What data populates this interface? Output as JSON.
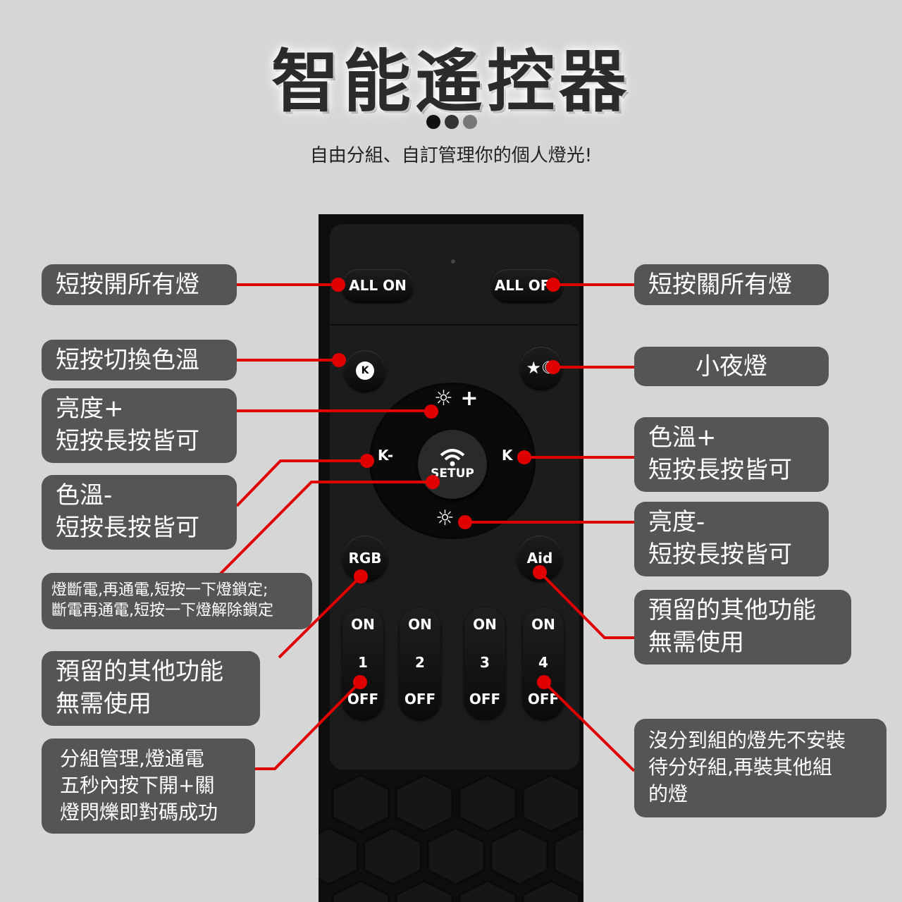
{
  "header": {
    "title": "智能遙控器",
    "subtitle": "自由分組、自訂管理你的個人燈光!"
  },
  "colors": {
    "background": "#d6d6d6",
    "callout": "#555555",
    "accent": "#e00000",
    "remote": "#0e0e0e",
    "dot_dark": "#111111",
    "dot_mid": "#333333",
    "dot_light": "#777777"
  },
  "remote": {
    "all_on": "ALL ON",
    "all_off": "ALL OFF",
    "setup": "SETUP",
    "rgb": "RGB",
    "aid": "Aid",
    "zones": [
      {
        "on": "ON",
        "num": "1",
        "off": "OFF"
      },
      {
        "on": "ON",
        "num": "2",
        "off": "OFF"
      },
      {
        "on": "ON",
        "num": "3",
        "off": "OFF"
      },
      {
        "on": "ON",
        "num": "4",
        "off": "OFF"
      }
    ],
    "brightness_up_glyph": "☼ +",
    "brightness_down_glyph": "☼",
    "cct_minus_glyph": "K-",
    "cct_plus_glyph": "K",
    "cct_button_glyph": "K",
    "night_glyph": "★☾",
    "icons": [
      "brightness-up-icon",
      "brightness-down-icon",
      "wifi-icon",
      "color-temp-icon",
      "night-light-icon"
    ]
  },
  "callouts": {
    "all_on": "短按開所有燈",
    "all_off": "短按關所有燈",
    "cct_toggle": "短按切換色溫",
    "night_light": "小夜燈",
    "brightness_up_l1": "亮度+",
    "brightness_up_l2": "短按長按皆可",
    "cct_plus_l1": "色溫+",
    "cct_plus_l2": "短按長按皆可",
    "cct_minus_l1": "色溫-",
    "cct_minus_l2": "短按長按皆可",
    "brightness_down_l1": "亮度-",
    "brightness_down_l2": "短按長按皆可",
    "setup_l1": "燈斷電,再通電,短按一下燈鎖定;",
    "setup_l2": "斷電再通電,短按一下燈解除鎖定",
    "aid_l1": "預留的其他功能",
    "aid_l2": "無需使用",
    "rgb_l1": "預留的其他功能",
    "rgb_l2": "無需使用",
    "group_l1": "分組管理,燈通電",
    "group_l2": "五秒內按下開+關",
    "group_l3": "燈閃爍即對碼成功",
    "ungrouped_l1": "沒分到組的燈先不安裝",
    "ungrouped_l2": "待分好組,再裝其他組",
    "ungrouped_l3": "的燈"
  }
}
